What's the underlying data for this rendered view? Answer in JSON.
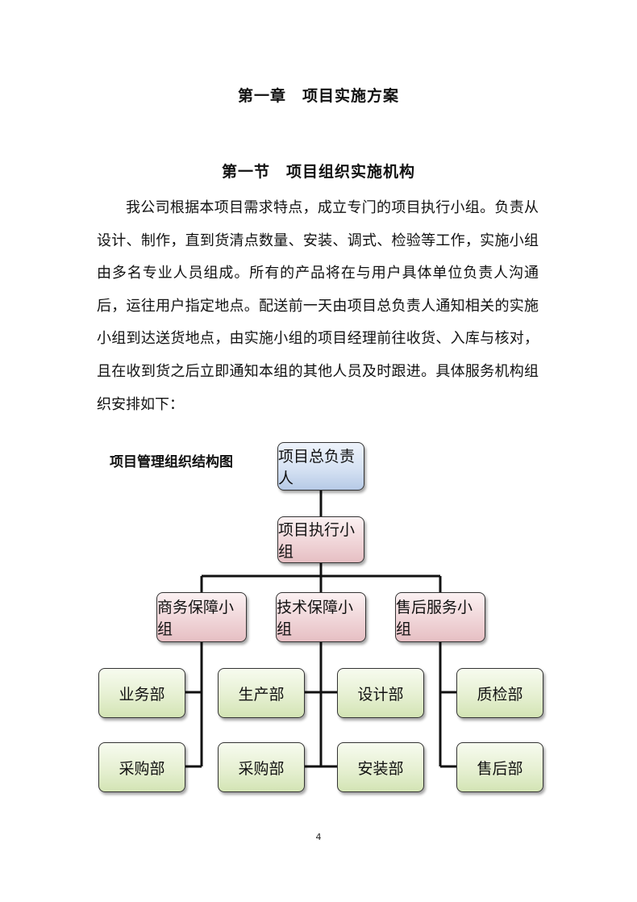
{
  "chapter_title": "第一章　项目实施方案",
  "section_title": "第一节　项目组织实施机构",
  "paragraph": "我公司根据本项目需求特点，成立专门的项目执行小组。负责从设计、制作，直到货清点数量、安装、调式、检验等工作，实施小组由多名专业人员组成。所有的产品将在与用户具体单位负责人沟通后，运往用户指定地点。配送前一天由项目总负责人通知相关的实施小组到达送货地点，由实施小组的项目经理前往收货、入库与核对，且在收到货之后立即通知本组的其他人员及时跟进。具体服务机构组织安排如下：",
  "org_chart": {
    "caption": "项目管理组织结构图",
    "root": "项目总负责人",
    "executive_group": "项目执行小组",
    "groups": [
      {
        "label": "商务保障小组",
        "departments": [
          "业务部",
          "采购部"
        ]
      },
      {
        "label": "技术保障小组",
        "departments": [
          "生产部",
          "设计部",
          "采购部",
          "安装部"
        ]
      },
      {
        "label": "售后服务小组",
        "departments": [
          "质检部",
          "售后部"
        ]
      }
    ],
    "colors": {
      "root": "#c5d5ec",
      "groups": "#edd3d6",
      "departments": "#e2eecd"
    }
  },
  "page_number": "4"
}
